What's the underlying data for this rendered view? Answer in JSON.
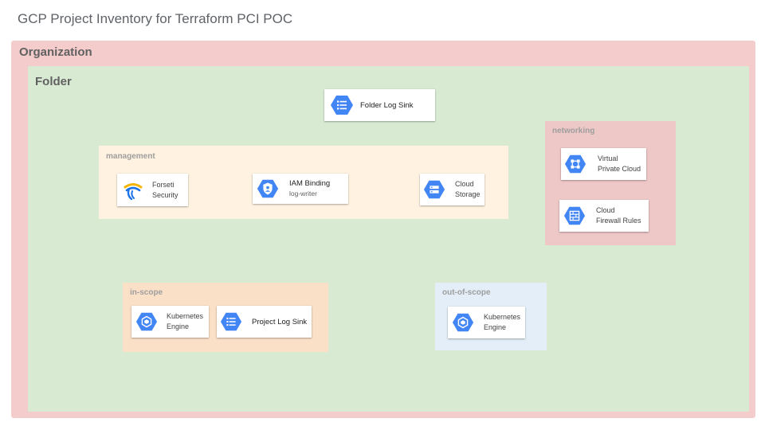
{
  "page": {
    "title": "GCP Project Inventory for Terraform PCI POC"
  },
  "organization": {
    "label": "Organization"
  },
  "folder": {
    "label": "Folder",
    "log_sink": {
      "label": "Folder Log Sink",
      "icon": "log-sink-icon"
    }
  },
  "groups": {
    "management": {
      "label": "management",
      "forseti": {
        "line1": "Forseti",
        "line2": "Security",
        "icon": "forseti-icon"
      },
      "iam": {
        "line1": "IAM Binding",
        "line2": "log-writer",
        "icon": "iam-shield-icon"
      },
      "storage": {
        "line1": "Cloud",
        "line2": "Storage",
        "icon": "cloud-storage-icon"
      }
    },
    "networking": {
      "label": "networking",
      "vpc": {
        "line1": "Virtual",
        "line2": "Private Cloud",
        "icon": "vpc-icon"
      },
      "firewall": {
        "line1": "Cloud",
        "line2": "Firewall Rules",
        "icon": "firewall-icon"
      }
    },
    "in_scope": {
      "label": "in-scope",
      "kubernetes": {
        "line1": "Kubernetes",
        "line2": "Engine",
        "icon": "kubernetes-engine-icon"
      },
      "log_sink": {
        "label": "Project Log Sink",
        "icon": "log-sink-icon"
      }
    },
    "out_of_scope": {
      "label": "out-of-scope",
      "kubernetes": {
        "line1": "Kubernetes",
        "line2": "Engine",
        "icon": "kubernetes-engine-icon"
      }
    }
  },
  "colors": {
    "organization_bg": "#f4cccc",
    "folder_bg": "#d9ead3",
    "management_bg": "#fff2e0",
    "networking_bg": "#eec7c7",
    "in_scope_bg": "#fbe0c8",
    "out_of_scope_bg": "#e3eef8",
    "gcp_blue": "#4285f4"
  }
}
